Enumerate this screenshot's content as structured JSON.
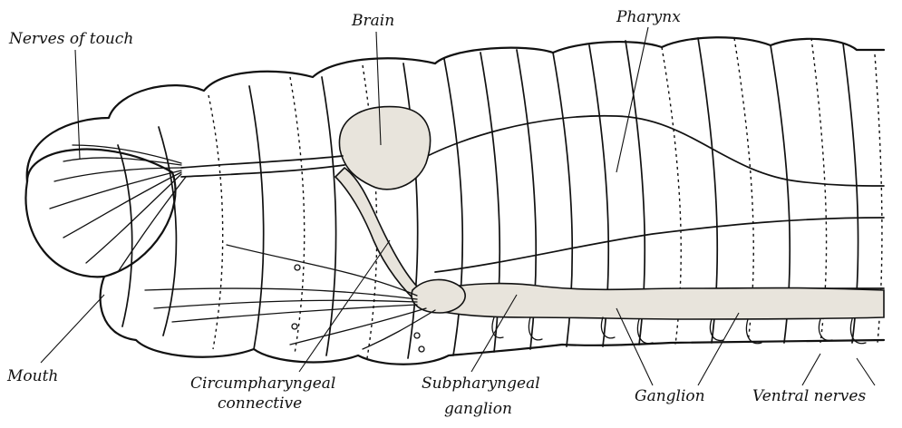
{
  "labels": {
    "nerves_of_touch": "Nerves of touch",
    "brain": "Brain",
    "pharynx": "Pharynx",
    "mouth": "Mouth",
    "circumpharyngeal_line1": "Circumpharyngeal",
    "circumpharyngeal_line2": "connective",
    "subpharyngeal_line1": "Subpharyngeal",
    "subpharyngeal_line2": "ganglion",
    "ganglion": "Ganglion",
    "ventral_nerves": "Ventral nerves"
  }
}
